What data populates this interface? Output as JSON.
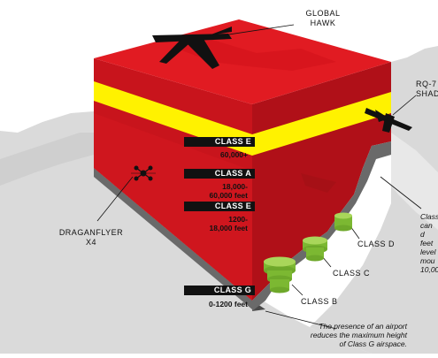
{
  "labels": {
    "global_hawk": [
      "GLOBAL",
      "HAWK"
    ],
    "rq7_shadow": [
      "RQ-7",
      "SHADO"
    ],
    "draganflyer": [
      "DRAGANFLYER",
      "X4"
    ],
    "class_d": "CLASS D",
    "class_c": "CLASS C",
    "class_b": "CLASS B"
  },
  "tags": [
    {
      "name": "CLASS E",
      "altitude": "60,000+"
    },
    {
      "name": "CLASS A",
      "altitude": "18,000-\n60,000 feet"
    },
    {
      "name": "CLASS E",
      "altitude": "1200-\n18,000 feet"
    },
    {
      "name": "CLASS G",
      "altitude": "0-1200 feet"
    }
  ],
  "notes": {
    "airport": [
      "The presence of an airport",
      "reduces the maximum height",
      "of Class G airspace."
    ],
    "class_e_cut": [
      "Class",
      "can d",
      "feet",
      "level",
      "mou",
      "10,00"
    ]
  },
  "colors": {
    "red_top": "#e11b22",
    "red_front": "#c8141c",
    "red_side": "#b01018",
    "yellow": "#fff200",
    "green": "#8dc63f",
    "terrain": "#d8d8d8",
    "base_gray": "#5a5a5a",
    "ink": "#111111"
  }
}
